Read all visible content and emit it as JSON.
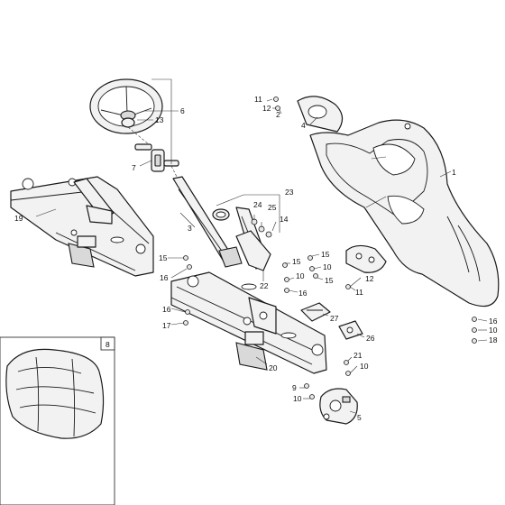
{
  "callouts": {
    "c1": "1",
    "c2": "2",
    "c3": "3",
    "c4": "4",
    "c5": "5",
    "c6": "6",
    "c7": "7",
    "c8": "8",
    "c9": "9",
    "c10a": "10",
    "c10b": "10",
    "c10c": "10",
    "c10d": "10",
    "c10e": "10",
    "c11a": "11",
    "c11b": "11",
    "c12a": "12",
    "c12b": "12",
    "c13": "13",
    "c14": "14",
    "c15a": "15",
    "c15b": "15",
    "c15c": "15",
    "c15d": "15",
    "c16a": "16",
    "c16b": "16",
    "c16c": "16",
    "c16d": "16",
    "c17": "17",
    "c18": "18",
    "c19": "19",
    "c20": "20",
    "c21": "21",
    "c22": "22",
    "c23": "23",
    "c24": "24",
    "c25": "25",
    "c26": "26",
    "c27": "27"
  }
}
